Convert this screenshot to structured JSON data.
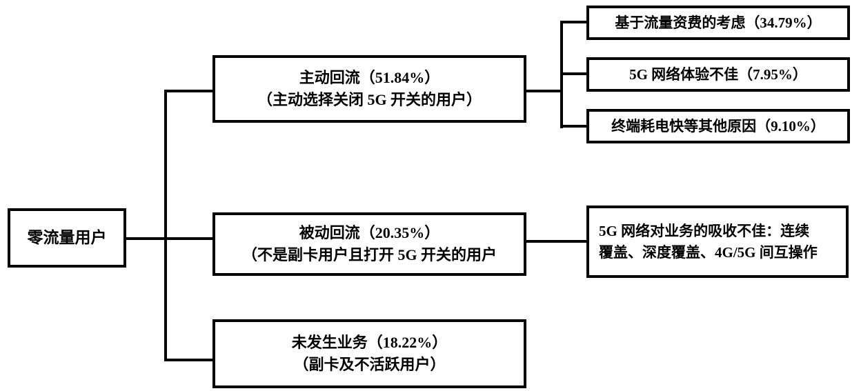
{
  "diagram": {
    "type": "tree",
    "colors": {
      "line": "#000000",
      "box_border": "#000000",
      "background": "#ffffff",
      "text": "#000000"
    },
    "root": {
      "label": "零流量用户"
    },
    "branches": [
      {
        "title": "主动回流（51.84%）",
        "subtitle": "（主动选择关闭 5G 开关的用户）",
        "value_pct": 51.84,
        "children": [
          {
            "label": "基于流量资费的考虑（34.79%）",
            "value_pct": 34.79
          },
          {
            "label": "5G 网络体验不佳（7.95%）",
            "value_pct": 7.95
          },
          {
            "label": "终端耗电快等其他原因（9.10%）",
            "value_pct": 9.1
          }
        ]
      },
      {
        "title": "被动回流（20.35%）",
        "subtitle": "（不是副卡用户且打开 5G 开关的用户",
        "value_pct": 20.35,
        "children": [
          {
            "lines": [
              "5G 网络对业务的吸收不佳：连续",
              "覆盖、深度覆盖、4G/5G 间互操作"
            ]
          }
        ]
      },
      {
        "title": "未发生业务（18.22%）",
        "subtitle": "（副卡及不活跃用户）",
        "value_pct": 18.22,
        "children": []
      }
    ]
  }
}
